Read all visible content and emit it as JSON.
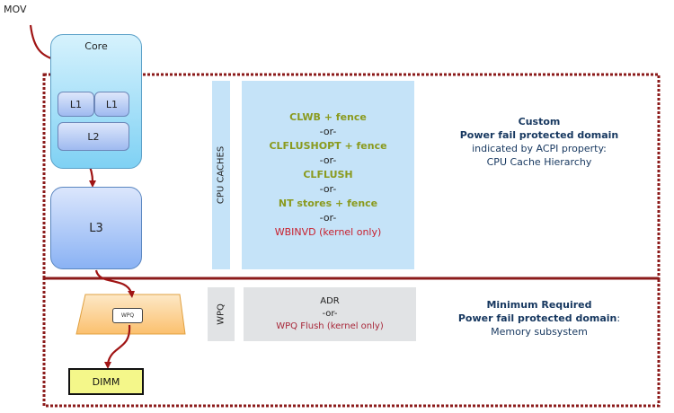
{
  "flow": {
    "start_label": "MOV",
    "core_label": "Core",
    "l1a": "L1",
    "l1b": "L1",
    "l2": "L2",
    "l3": "L3",
    "wpq_label": "WPQ",
    "dimm": "DIMM"
  },
  "cpu_caches": {
    "strip_label": "CPU CACHES",
    "options": [
      {
        "text": "CLWB + fence",
        "style": "green"
      },
      {
        "text": "-or-",
        "style": "or"
      },
      {
        "text": "CLFLUSHOPT + fence",
        "style": "green"
      },
      {
        "text": "-or-",
        "style": "or"
      },
      {
        "text": "CLFLUSH",
        "style": "green"
      },
      {
        "text": "-or-",
        "style": "or"
      },
      {
        "text": "NT stores + fence",
        "style": "green"
      },
      {
        "text": "-or-",
        "style": "or"
      },
      {
        "text": "WBINVD (kernel only)",
        "style": "red"
      }
    ],
    "description": {
      "line1": "Custom",
      "line2": "Power fail protected domain",
      "line3": "indicated by ACPI property:",
      "line4": "CPU Cache Hierarchy"
    }
  },
  "wpq": {
    "strip_label": "WPQ",
    "options": [
      {
        "text": "ADR",
        "style": "or"
      },
      {
        "text": "-or-",
        "style": "or"
      },
      {
        "text": "WPQ Flush (kernel only)",
        "style": "darkred"
      }
    ],
    "description": {
      "line1": "Minimum Required",
      "line2": "Power fail protected domain",
      "line2_suffix": ":",
      "line3": "Memory subsystem"
    }
  },
  "colors": {
    "domain_border": "#8b1a1a",
    "flow_arrow": "#a01414",
    "cache_bg": "#c5e3f8",
    "wpq_bg": "#e1e3e5",
    "instruction_green": "#8a9a1e",
    "kernel_red": "#c8202e",
    "description_blue": "#16375f"
  }
}
